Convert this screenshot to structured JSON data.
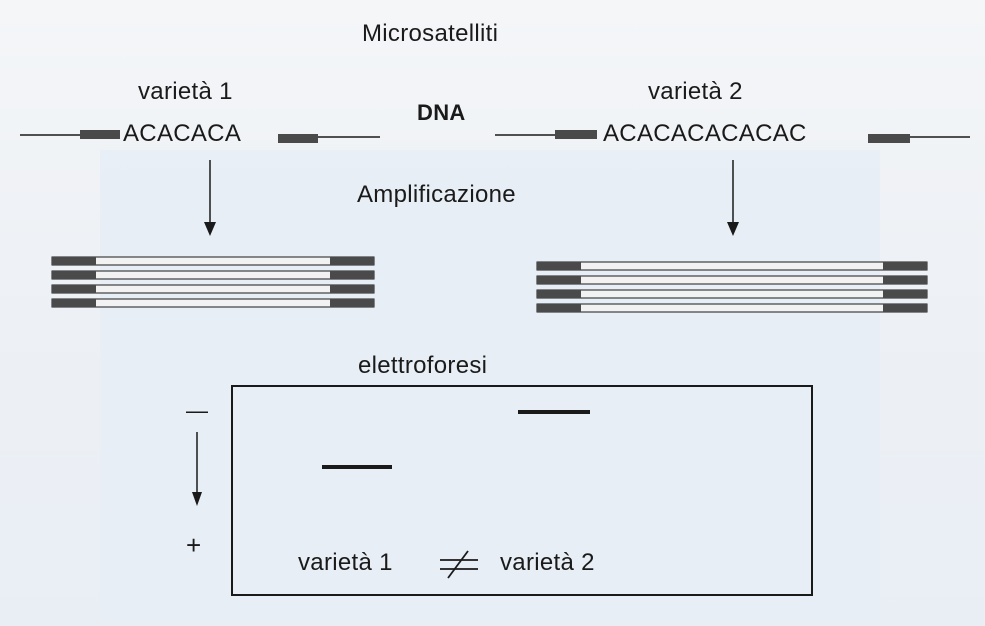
{
  "title": "Microsatelliti",
  "dna_label": "DNA",
  "step_amplification": "Amplificazione",
  "step_electrophoresis": "elettroforesi",
  "variety1": {
    "label": "varietà 1",
    "sequence": "ACACACA"
  },
  "variety2": {
    "label": "varietà 2",
    "sequence": "ACACACACACAC"
  },
  "gel": {
    "minus_sign": "—",
    "plus_sign": "+",
    "comparison_left": "varietà 1",
    "comparison_symbol": "≠",
    "comparison_right": "varietà 2"
  },
  "colors": {
    "ink": "#1a1a1a",
    "flank": "#4a4a4a",
    "strand_fill": "#f2f2f2"
  }
}
